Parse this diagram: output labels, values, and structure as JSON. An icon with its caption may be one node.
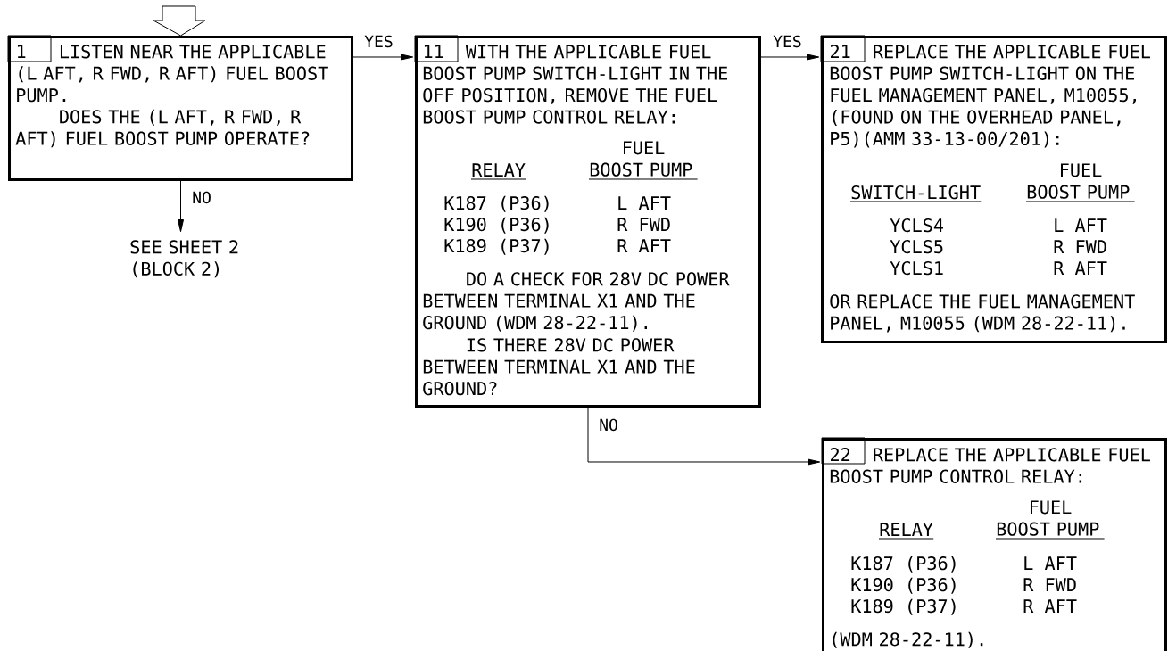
{
  "diagram": {
    "nodes": [
      {
        "text": [
          "1",
          "LISTEN NEAR THE APPLICABLE (L AFT, R FWD, R AFT) FUEL BOOST PUMP.",
          "DOES THE (L AFT, R FWD, R AFT) FUEL BOOST PUMP OPERATE?"
        ]
      },
      {
        "text": [
          "SEE SHEET 2 (BLOCK 2)"
        ]
      },
      {
        "text": [
          "11",
          "WITH THE APPLICABLE FUEL BOOST PUMP SWITCH-LIGHT IN THE OFF POSITION, REMOVE THE FUEL BOOST PUMP CONTROL RELAY:",
          "RELAY",
          "FUEL BOOST PUMP",
          "K187 (P36)",
          "L AFT",
          "K190 (P36)",
          "R FWD",
          "K189 (P37)",
          "R AFT",
          "DO A CHECK FOR 28V DC POWER BETWEEN TERMINAL X1 AND THE GROUND (WDM 28-22-11).",
          "IS THERE 28V DC POWER BETWEEN TERMINAL X1 AND THE GROUND?"
        ]
      },
      {
        "text": [
          "21",
          "REPLACE THE APPLICABLE FUEL BOOST PUMP SWITCH-LIGHT ON THE FUEL MANAGEMENT PANEL, M10055, (FOUND ON THE OVERHEAD PANEL, P5)(AMM 33-13-00/201):",
          "SWITCH-LIGHT",
          "FUEL BOOST PUMP",
          "YCLS4",
          "L AFT",
          "YCLS5",
          "R FWD",
          "YCLS1",
          "R AFT",
          "OR REPLACE THE FUEL MANAGEMENT PANEL, M10055 (WDM 28-22-11)."
        ]
      },
      {
        "text": [
          "22",
          "REPLACE THE APPLICABLE FUEL BOOST PUMP CONTROL RELAY:",
          "RELAY",
          "FUEL BOOST PUMP",
          "K187 (P36)",
          "L AFT",
          "K190 (P36)",
          "R FWD",
          "K189 (P37)",
          "R AFT",
          "(WDM 28-22-11)."
        ]
      }
    ],
    "edges": [
      {
        "from": null,
        "to": 0,
        "arrow": "to"
      },
      {
        "from": 0,
        "to": 2,
        "arrow": "to",
        "label": "YES"
      },
      {
        "from": 0,
        "to": 1,
        "arrow": "to",
        "label": "NO"
      },
      {
        "from": 2,
        "to": 3,
        "arrow": "to",
        "label": "YES"
      },
      {
        "from": 2,
        "to": 4,
        "arrow": "to",
        "label": "NO"
      }
    ]
  }
}
